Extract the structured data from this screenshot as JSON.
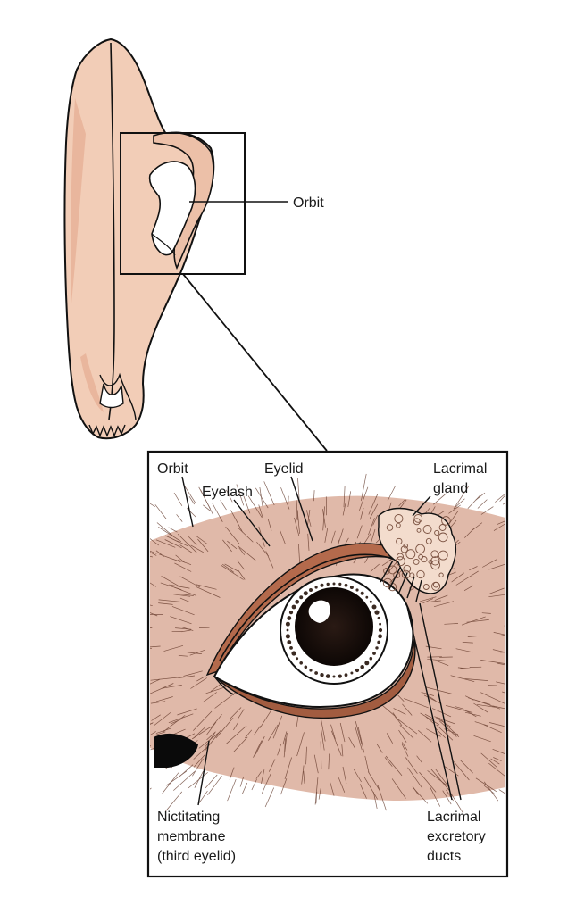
{
  "labels": {
    "orbit_main": "Orbit",
    "orbit_inset": "Orbit",
    "eyelid": "Eyelid",
    "eyelash": "Eyelash",
    "lacrimal_gland_l1": "Lacrimal",
    "lacrimal_gland_l2": "gland",
    "nictitating_l1": "Nictitating",
    "nictitating_l2": "membrane",
    "nictitating_l3": "(third eyelid)",
    "ducts_l1": "Lacrimal",
    "ducts_l2": "excretory",
    "ducts_l3": "ducts"
  },
  "colors": {
    "skull_fill": "#f2cdb7",
    "fur": "#c67f62",
    "fur_dark": "#5a2f20",
    "ink": "#111111",
    "gland": "#f3dccd"
  }
}
